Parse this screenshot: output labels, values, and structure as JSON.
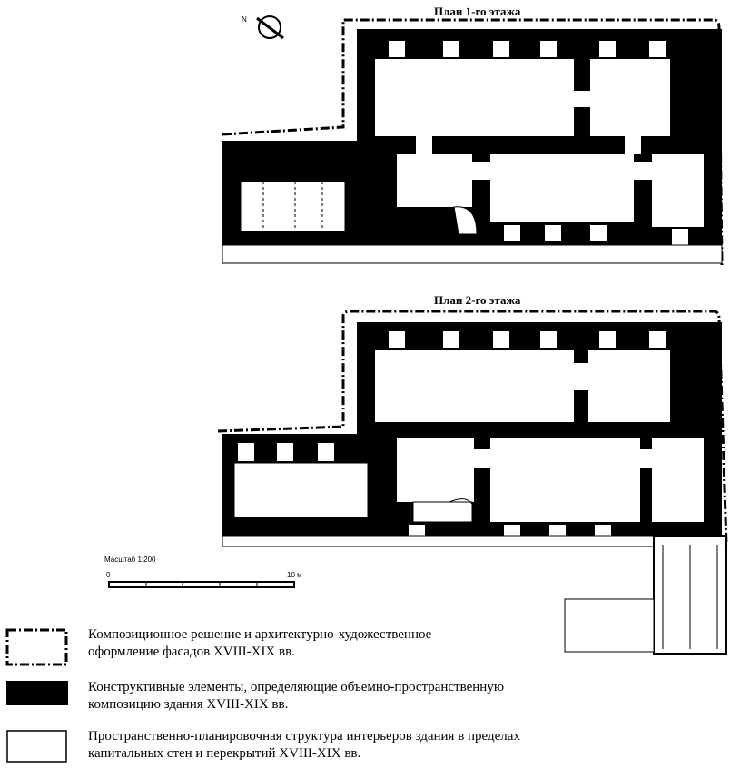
{
  "plans": [
    {
      "title": "План 1-го этажа"
    },
    {
      "title": "План 2-го этажа"
    }
  ],
  "scale": {
    "label": "Масштаб 1:200",
    "start": "0",
    "end": "10 м"
  },
  "legend": [
    {
      "symbol": "dash-dot-outline",
      "line1": "Композиционное решение и архитектурно-художественное",
      "line2": "оформление фасадов XVIII-XIX вв."
    },
    {
      "symbol": "black-fill",
      "line1": "Конструктивные элементы, определяющие объемно-пространственную",
      "line2": "композицию здания XVIII-XIX вв."
    },
    {
      "symbol": "white-fill",
      "line1": "Пространственно-планировочная структура интерьеров здания в пределах",
      "line2": "капитальных стен и перекрытий XVIII-XIX вв."
    }
  ],
  "colors": {
    "ink": "#000000",
    "paper": "#ffffff"
  }
}
